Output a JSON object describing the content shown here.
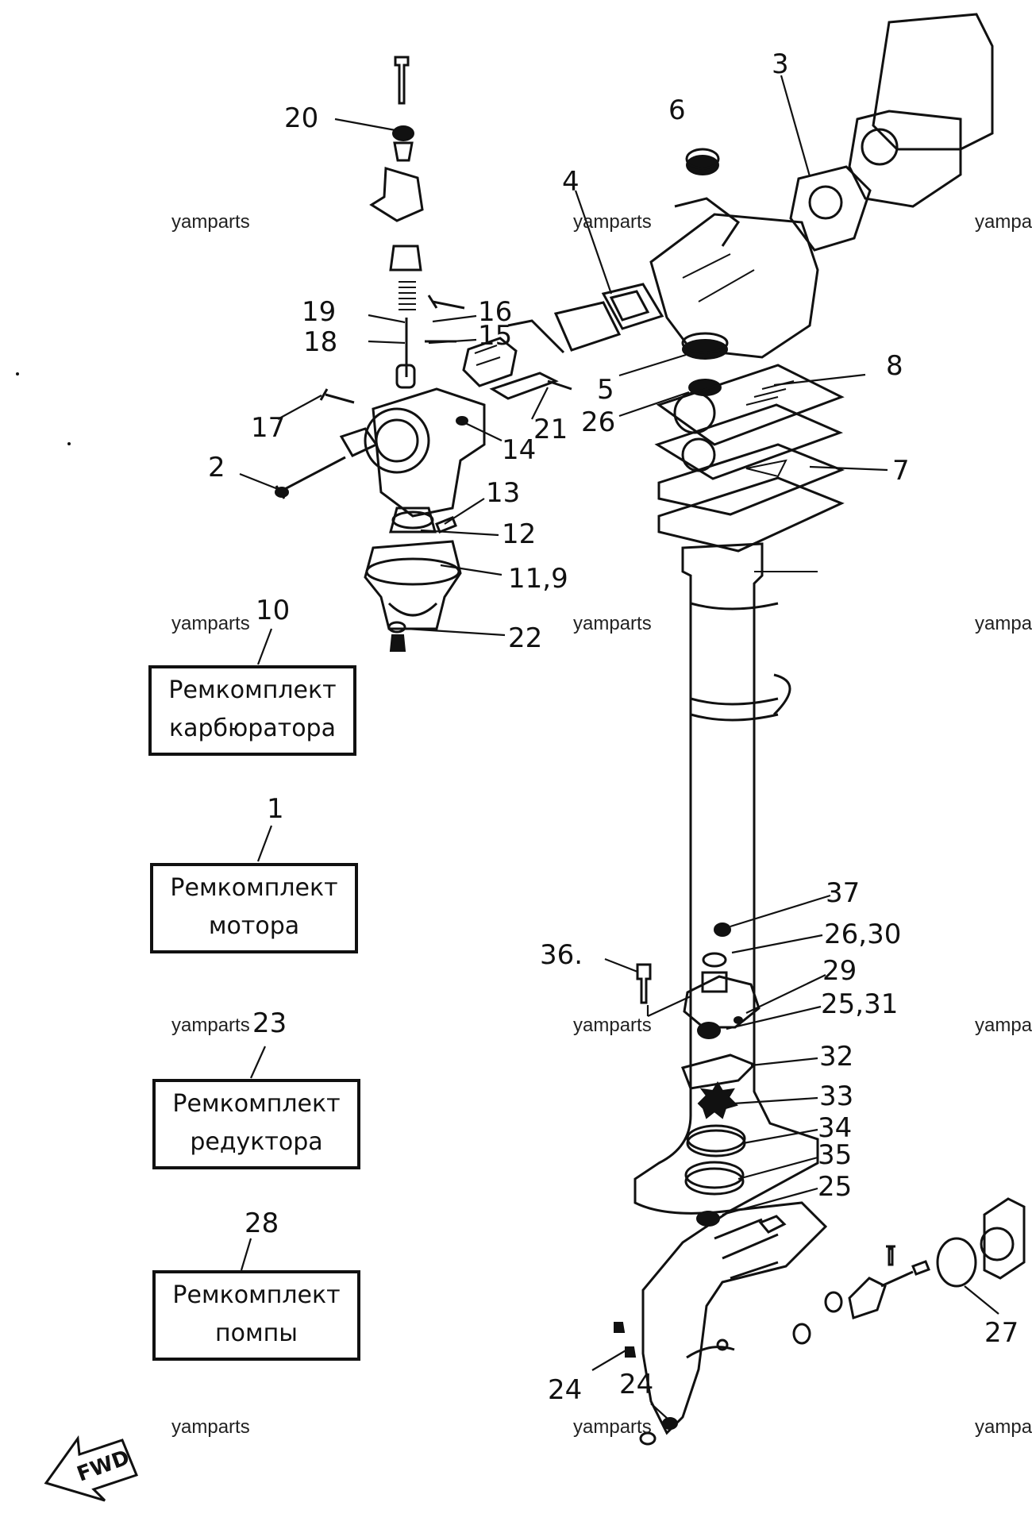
{
  "callouts": {
    "c1": "1",
    "c2": "2",
    "c3": "3",
    "c4": "4",
    "c5": "5",
    "c6": "6",
    "c7": "7",
    "c8": "8",
    "c10": "10",
    "c11_9": "11,9",
    "c12": "12",
    "c13": "13",
    "c14": "14",
    "c15": "15",
    "c16": "16",
    "c17": "17",
    "c18": "18",
    "c19": "19",
    "c20": "20",
    "c21": "21",
    "c22": "22",
    "c23": "23",
    "c24a": "24",
    "c24b": "24",
    "c25": "25",
    "c25_31": "25,31",
    "c26": "26",
    "c26_30": "26,30",
    "c27": "27",
    "c28": "28",
    "c29": "29",
    "c32": "32",
    "c33": "33",
    "c34": "34",
    "c35": "35",
    "c36": "36.",
    "c37": "37"
  },
  "kits": {
    "carb": {
      "line1": "Ремкомплект",
      "line2": "карбюратора"
    },
    "motor": {
      "line1": "Ремкомплект",
      "line2": "мотора"
    },
    "gear": {
      "line1": "Ремкомплект",
      "line2": "редуктора"
    },
    "pump": {
      "line1": "Ремкомплект",
      "line2": "помпы"
    }
  },
  "watermarks": {
    "left": "yamparts",
    "center": "yamparts",
    "right": "yampa"
  },
  "fwd_label": "FWD"
}
